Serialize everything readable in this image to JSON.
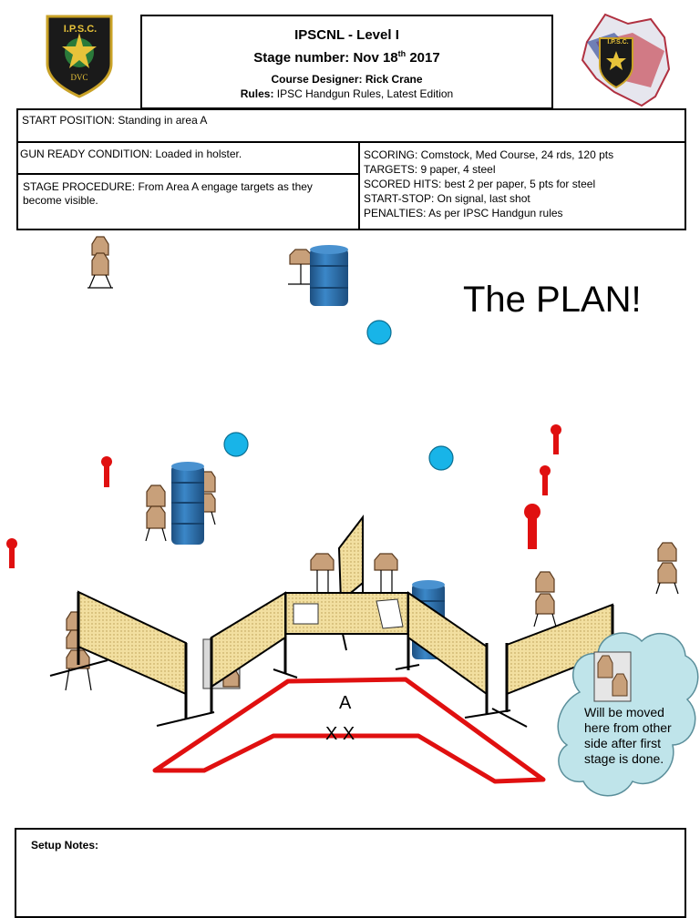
{
  "header": {
    "title": "IPSCNL - Level I",
    "stage_number": "Stage number: Nov 18",
    "stage_sup": "th",
    "stage_year": " 2017",
    "designer": "Course Designer: Rick Crane",
    "rules_label": "Rules:",
    "rules_value": " IPSC Handgun Rules, Latest Edition",
    "logo_text": "I.P.S.C.",
    "logo_monogram": "DVC"
  },
  "info": {
    "start_position": "START POSITION:  Standing in area A",
    "gun_ready": "GUN READY  CONDITION:  Loaded in holster.",
    "stage_procedure": "STAGE PROCEDURE:   From Area A engage targets as they become visible.",
    "scoring": "SCORING:  Comstock,  Med Course, 24 rds, 120 pts",
    "targets": "TARGETS:  9 paper, 4 steel",
    "scored_hits": "SCORED  HITS:  best 2 per paper, 5 pts for steel",
    "start_stop": "START-STOP:    On signal, last shot",
    "penalties": "PENALTIES:  As per IPSC Handgun rules"
  },
  "diagram": {
    "plan_title": "The PLAN!",
    "area_label": "A",
    "marks_label": "X X",
    "cloud_note": "Will be moved here from other side after first stage is done."
  },
  "setup": {
    "label": "Setup Notes:"
  },
  "colors": {
    "border": "#000000",
    "fault_line": "#e01010",
    "barrel": "#2e74b5",
    "steel_plate": "#18b4e8",
    "popper": "#e01010",
    "target": "#c8a07a",
    "wall_fill": "#f2dfa0",
    "cloud": "#bfe4ea"
  }
}
